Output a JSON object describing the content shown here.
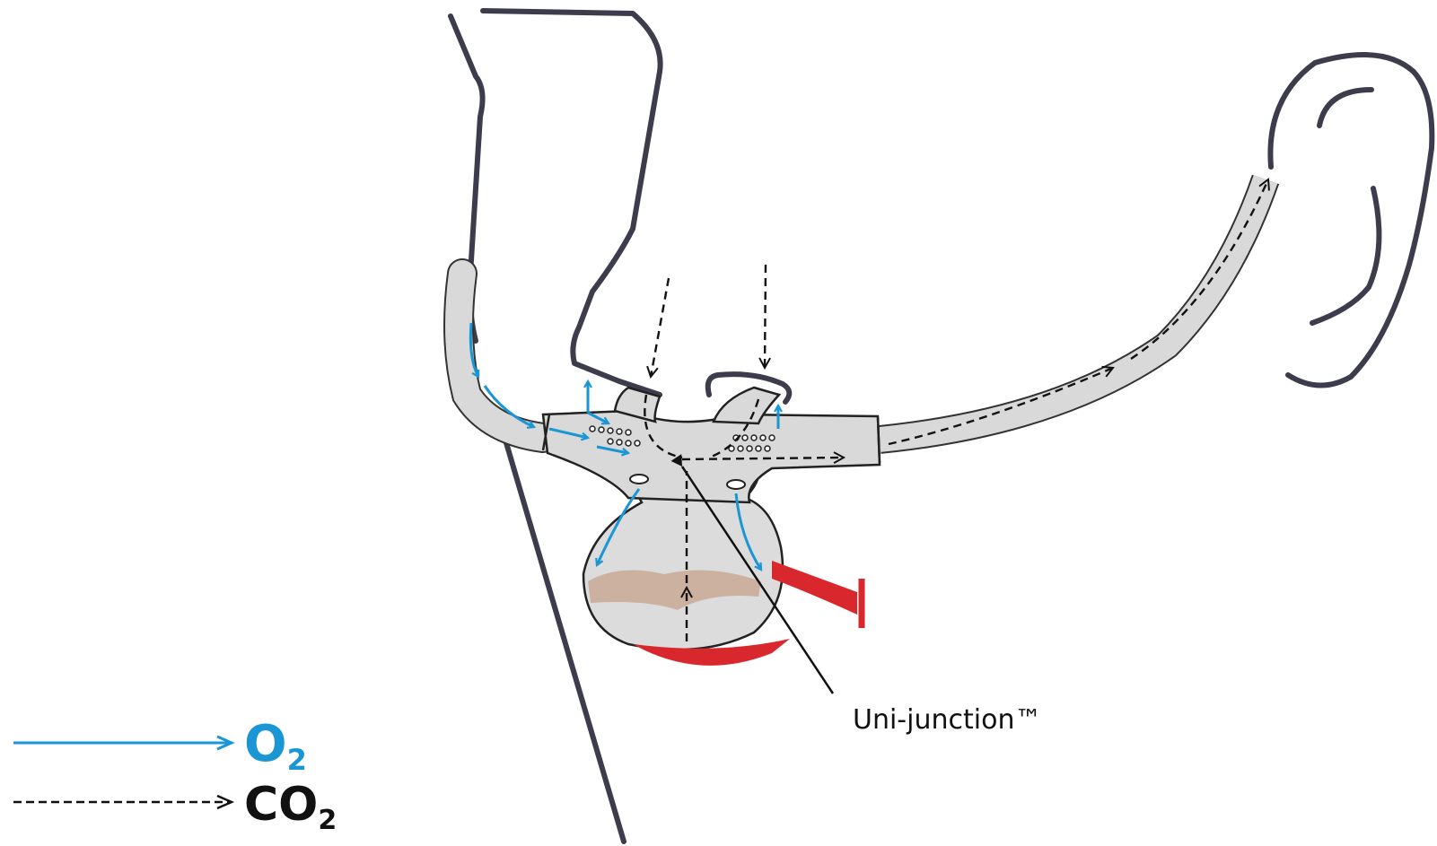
{
  "diagram": {
    "callout": {
      "text": "Uni-junction™"
    },
    "legend": {
      "o2": {
        "main": "O",
        "sub": "2",
        "color": "#1a96d4"
      },
      "co2": {
        "main": "CO",
        "sub": "2",
        "color": "#111111"
      }
    }
  },
  "colors": {
    "outline": "#3c3c4c",
    "tube_fill": "#d9d9d9",
    "o2": "#1a96d4",
    "co2": "#111111",
    "muscle": "#d9272e",
    "tissue": "#c9a995"
  },
  "icons": [
    "face-profile-outline",
    "ear-outline",
    "nasal-cannula",
    "oral-scoop",
    "soft-palate",
    "tongue"
  ]
}
